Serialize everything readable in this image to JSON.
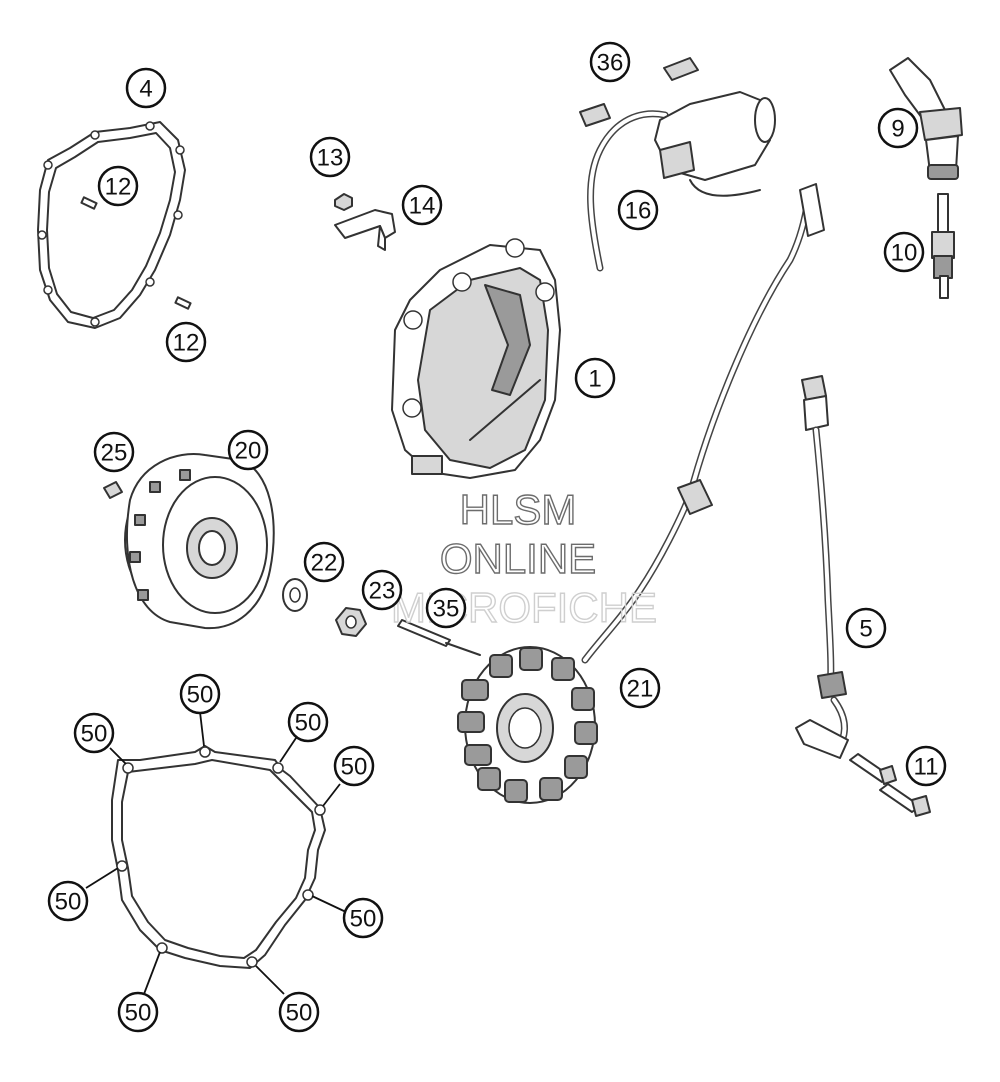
{
  "callouts": [
    {
      "id": "callout-1",
      "label": "1"
    },
    {
      "id": "callout-4",
      "label": "4"
    },
    {
      "id": "callout-5",
      "label": "5"
    },
    {
      "id": "callout-9",
      "label": "9"
    },
    {
      "id": "callout-10",
      "label": "10"
    },
    {
      "id": "callout-11",
      "label": "11"
    },
    {
      "id": "callout-12-top",
      "label": "12"
    },
    {
      "id": "callout-12-bottom",
      "label": "12"
    },
    {
      "id": "callout-13",
      "label": "13"
    },
    {
      "id": "callout-14",
      "label": "14"
    },
    {
      "id": "callout-16",
      "label": "16"
    },
    {
      "id": "callout-20",
      "label": "20"
    },
    {
      "id": "callout-21",
      "label": "21"
    },
    {
      "id": "callout-22",
      "label": "22"
    },
    {
      "id": "callout-23",
      "label": "23"
    },
    {
      "id": "callout-25",
      "label": "25"
    },
    {
      "id": "callout-35",
      "label": "35"
    },
    {
      "id": "callout-36",
      "label": "36"
    },
    {
      "id": "callout-50-a",
      "label": "50"
    },
    {
      "id": "callout-50-b",
      "label": "50"
    },
    {
      "id": "callout-50-c",
      "label": "50"
    },
    {
      "id": "callout-50-d",
      "label": "50"
    },
    {
      "id": "callout-50-e",
      "label": "50"
    },
    {
      "id": "callout-50-f",
      "label": "50"
    },
    {
      "id": "callout-50-g",
      "label": "50"
    },
    {
      "id": "callout-50-h",
      "label": "50"
    }
  ],
  "watermark": {
    "line1": "HLSM",
    "line2": "ONLINE",
    "line3": "MICROFICHE"
  }
}
